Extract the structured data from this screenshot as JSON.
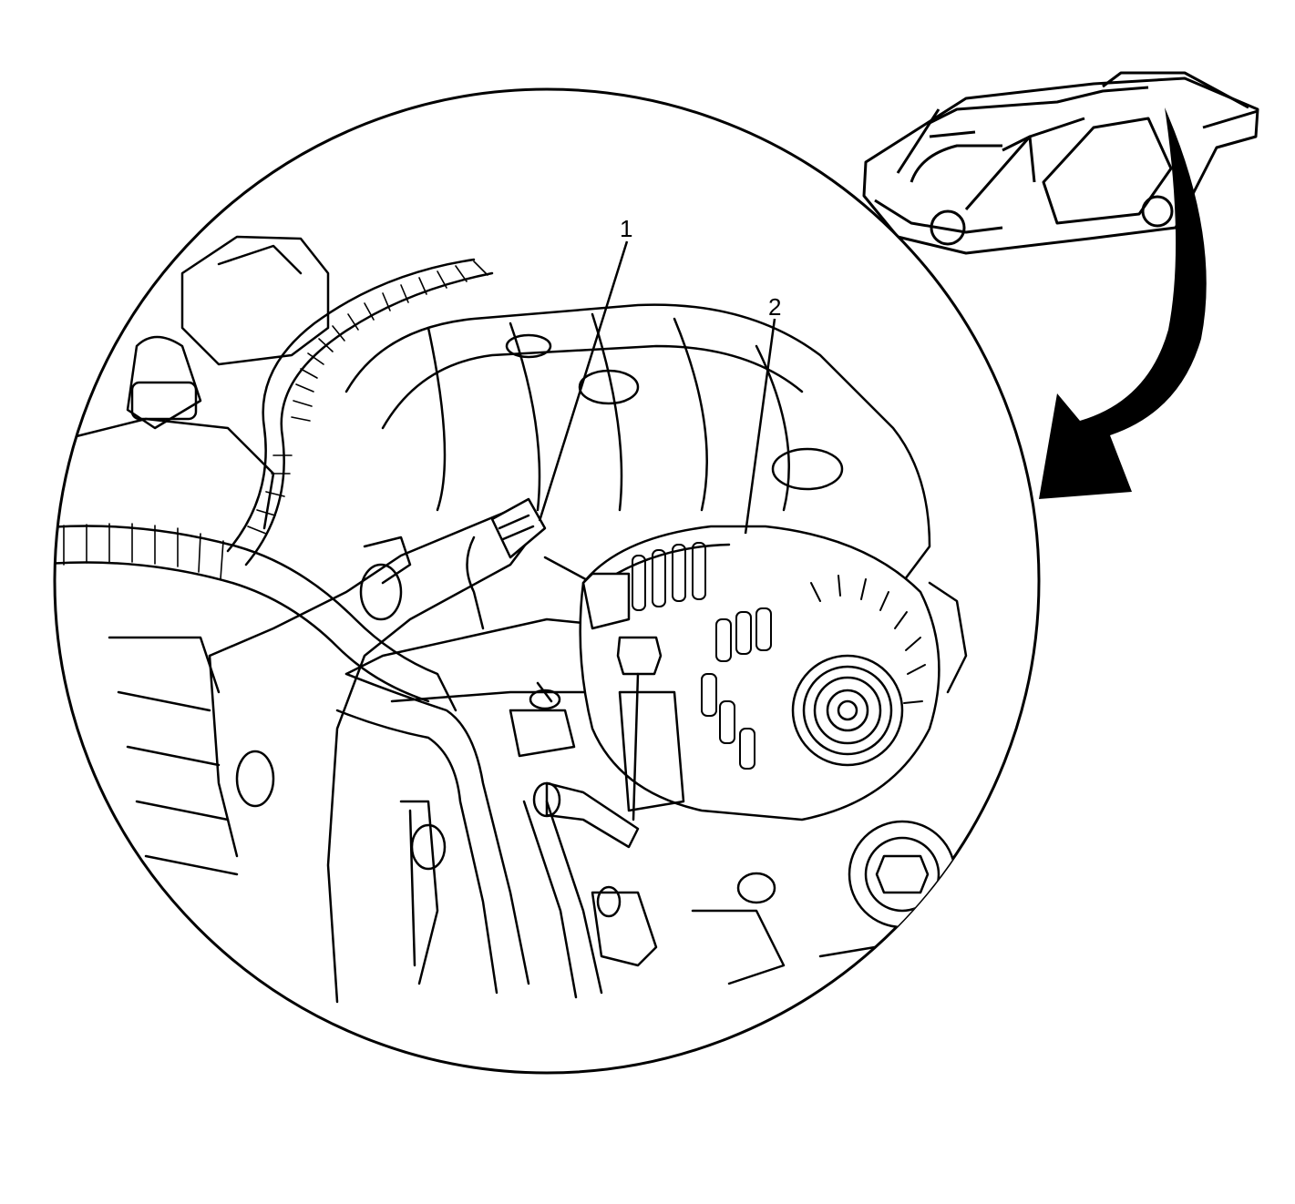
{
  "callouts": [
    {
      "id": "1",
      "label": "1"
    },
    {
      "id": "2",
      "label": "2"
    }
  ],
  "colors": {
    "ink": "#000000",
    "paper": "#ffffff"
  },
  "icons": [
    "vehicle-location-icon",
    "view-direction-arrow-icon",
    "detail-pointer-arrow-icon"
  ]
}
